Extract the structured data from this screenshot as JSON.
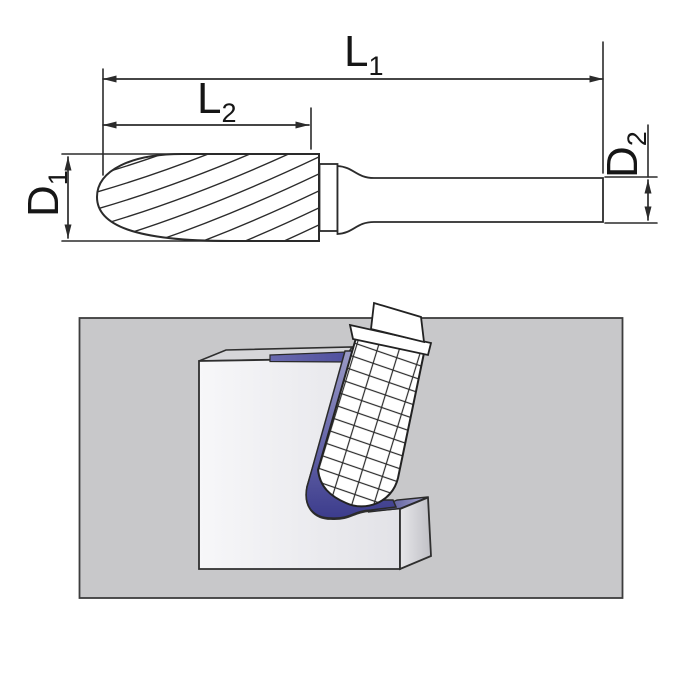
{
  "diagram": {
    "labels": {
      "l1": {
        "base": "L",
        "sub": "1"
      },
      "l2": {
        "base": "L",
        "sub": "2"
      },
      "d1": {
        "base": "D",
        "sub": "1"
      },
      "d2": {
        "base": "D",
        "sub": "2"
      }
    },
    "line_color": "#2b2b2b"
  },
  "illustration": {
    "panel_fill": "#c8c8ca",
    "panel_border": "#3d3d3d",
    "workpiece_front": "#eeeef1",
    "workpiece_top": "#d6d6d9",
    "cut_surface_blue": "#4a4a96",
    "cut_surface_dark": "#32327f",
    "cut_surface_light": "#9a9ac6",
    "tool_fill": "#ffffff",
    "outline": "#2a2a2a"
  }
}
